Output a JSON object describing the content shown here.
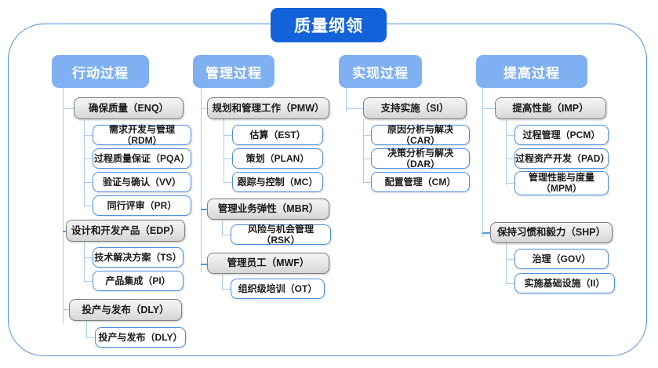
{
  "title": "质量纲领",
  "colors": {
    "root_bg": "#1263d9",
    "column_head_bg": "#7fb0f2",
    "gray_node_border": "#7f7f7f",
    "white_node_border": "#4a90e2",
    "frame_border": "#4a90e2",
    "connector": "#a9cbf4"
  },
  "columns": [
    {
      "head": "行动过程",
      "groups": [
        {
          "label": "确保质量（ENQ）",
          "children": [
            "需求开发与管理（RDM）",
            "过程质量保证（PQA）",
            "验证与确认（VV）",
            "同行评审（PR）"
          ]
        },
        {
          "label": "设计和开发产品（EDP）",
          "children": [
            "技术解决方案（TS）",
            "产品集成（PI）"
          ]
        },
        {
          "label": "投产与发布（DLY）",
          "children": [
            "投产与发布（DLY）"
          ]
        }
      ]
    },
    {
      "head": "管理过程",
      "groups": [
        {
          "label": "规划和管理工作（PMW）",
          "children": [
            "估算（EST）",
            "策划（PLAN）",
            "跟踪与控制（MC）"
          ]
        },
        {
          "label": "管理业务弹性（MBR）",
          "children": [
            "风险与机会管理（RSK）"
          ]
        },
        {
          "label": "管理员工（MWF）",
          "children": [
            "组织级培训（OT）"
          ]
        }
      ]
    },
    {
      "head": "实现过程",
      "groups": [
        {
          "label": "支持实施（SI）",
          "children": [
            "原因分析与解决（CAR）",
            "决策分析与解决（DAR）",
            "配置管理（CM）"
          ]
        }
      ]
    },
    {
      "head": "提高过程",
      "groups": [
        {
          "label": "提高性能（IMP）",
          "children": [
            "过程管理（PCM）",
            "过程资产开发（PAD）",
            "管理性能与度量\n（MPM）"
          ]
        },
        {
          "label": "保持习惯和毅力（SHP）",
          "children": [
            "治理（GOV）",
            "实施基础设施（II）"
          ]
        }
      ]
    }
  ]
}
